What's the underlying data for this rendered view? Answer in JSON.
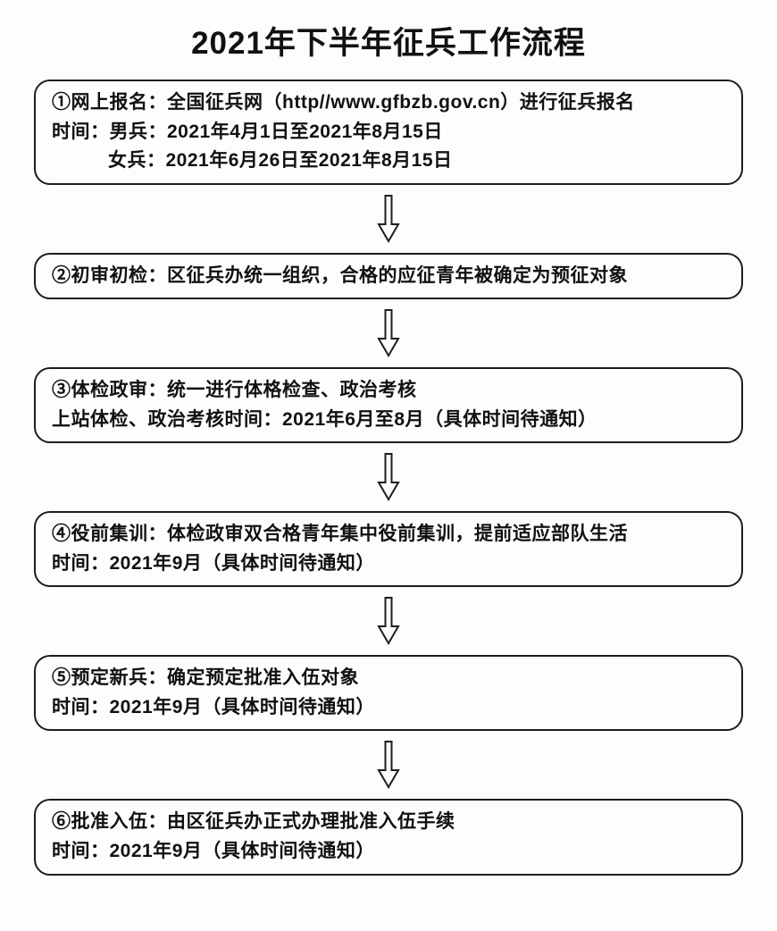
{
  "title": "2021年下半年征兵工作流程",
  "colors": {
    "border": "#1d1d1d",
    "background": "#fdfdfd",
    "text": "#111111"
  },
  "icons": {
    "between_steps": "arrow-down-icon"
  },
  "boxes": [
    {
      "step": "1",
      "lines": [
        "①网上报名：全国征兵网（http//www.gfbzb.gov.cn）进行征兵报名",
        "时间：男兵：2021年4月1日至2021年8月15日",
        "女兵：2021年6月26日至2021年8月15日"
      ]
    },
    {
      "step": "2",
      "lines": [
        "②初审初检：区征兵办统一组织，合格的应征青年被确定为预征对象"
      ]
    },
    {
      "step": "3",
      "lines": [
        "③体检政审：统一进行体格检查、政治考核",
        "上站体检、政治考核时间：2021年6月至8月（具体时间待通知）"
      ]
    },
    {
      "step": "4",
      "lines": [
        "④役前集训：体检政审双合格青年集中役前集训，提前适应部队生活",
        "时间：2021年9月（具体时间待通知）"
      ]
    },
    {
      "step": "5",
      "lines": [
        "⑤预定新兵：确定预定批准入伍对象",
        "时间：2021年9月（具体时间待通知）"
      ]
    },
    {
      "step": "6",
      "lines": [
        "⑥批准入伍：由区征兵办正式办理批准入伍手续",
        "时间：2021年9月（具体时间待通知）"
      ]
    }
  ]
}
